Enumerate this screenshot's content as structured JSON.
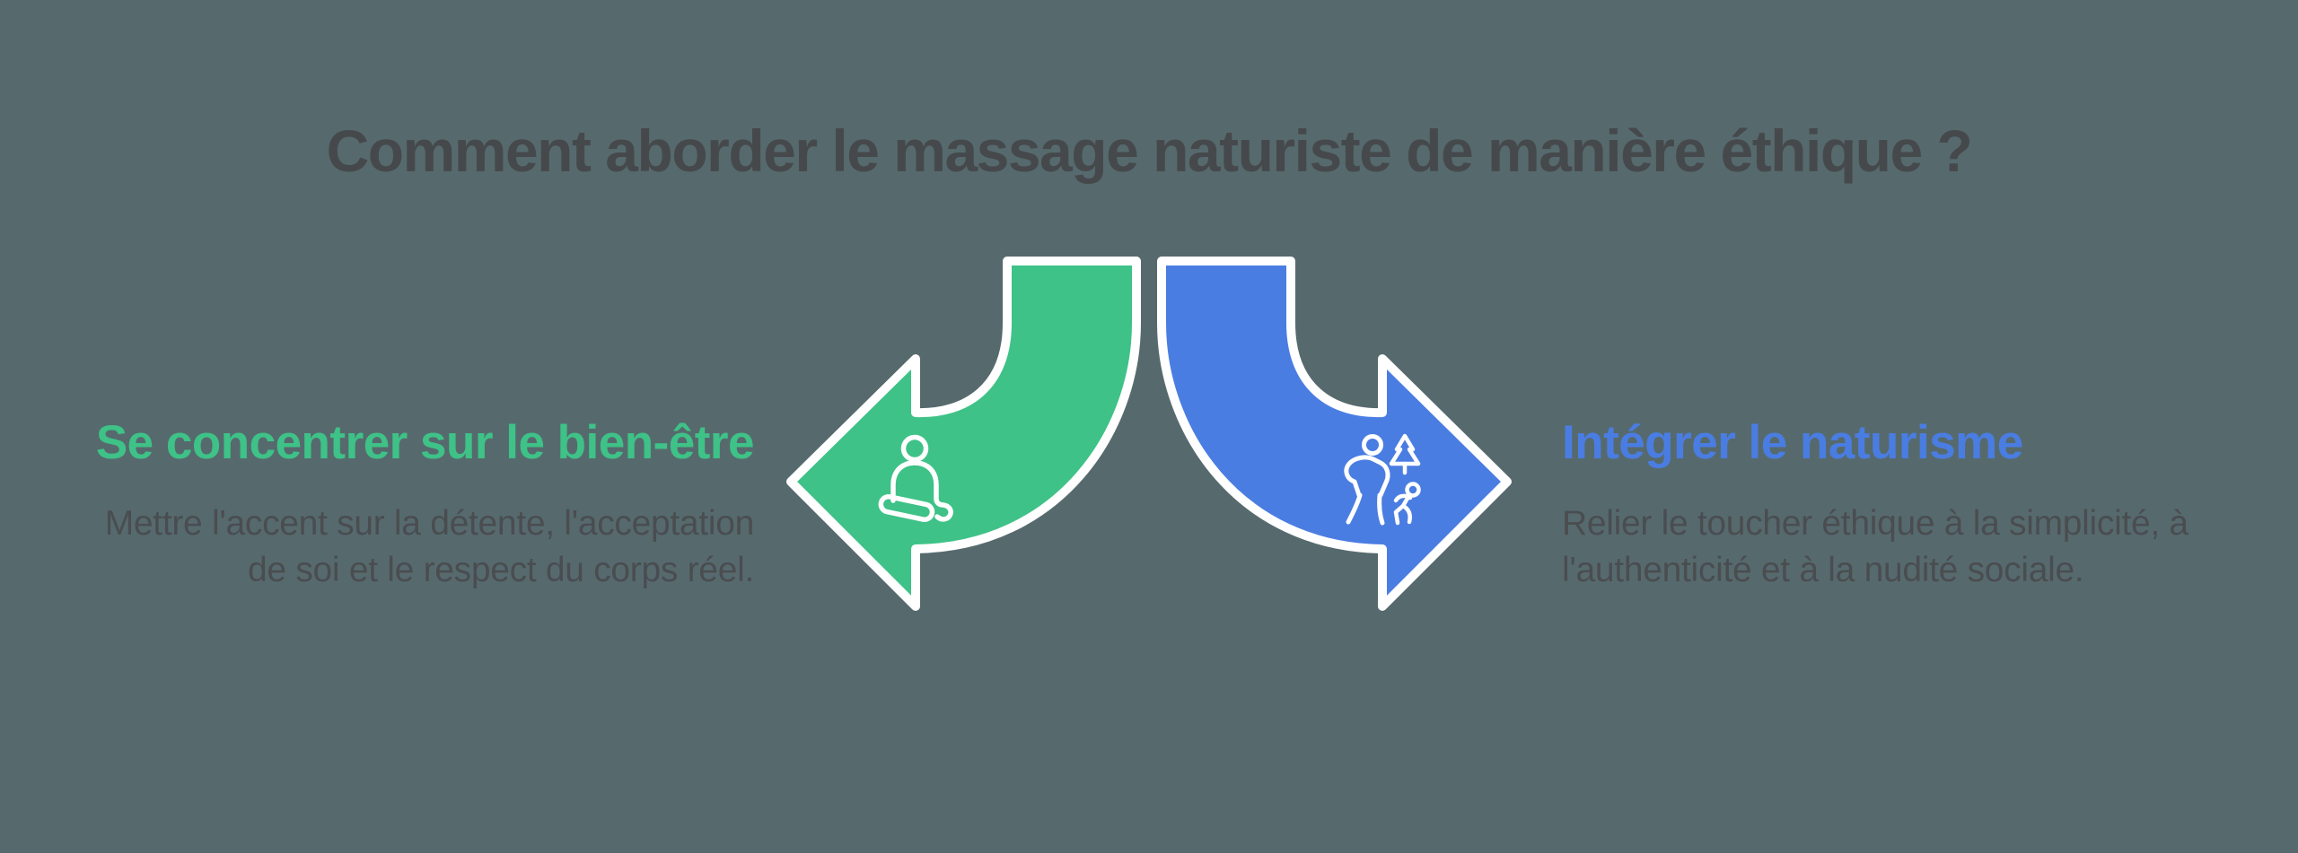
{
  "title": "Comment aborder le massage naturiste de manière éthique ?",
  "sections": [
    {
      "id": "left",
      "heading": "Se concentrer sur le bien-être",
      "body": "Mettre l'accent sur la détente, l'acceptation de soi et le respect du corps réel.",
      "accent": "green",
      "icon": "meditation-person-icon",
      "arrow_direction": "left"
    },
    {
      "id": "right",
      "heading": "Intégrer le naturisme",
      "body": "Relier le toucher éthique à la simplicité, à l'authenticité et à la nudité sociale.",
      "accent": "blue",
      "icon": "nature-hiker-icon",
      "arrow_direction": "right"
    }
  ],
  "colors": {
    "bg": "#566A6E",
    "title": "#46494C",
    "body": "#4A4D50",
    "green": "#3EC287",
    "blue": "#4A7DE2",
    "outline": "#FFFFFF"
  }
}
